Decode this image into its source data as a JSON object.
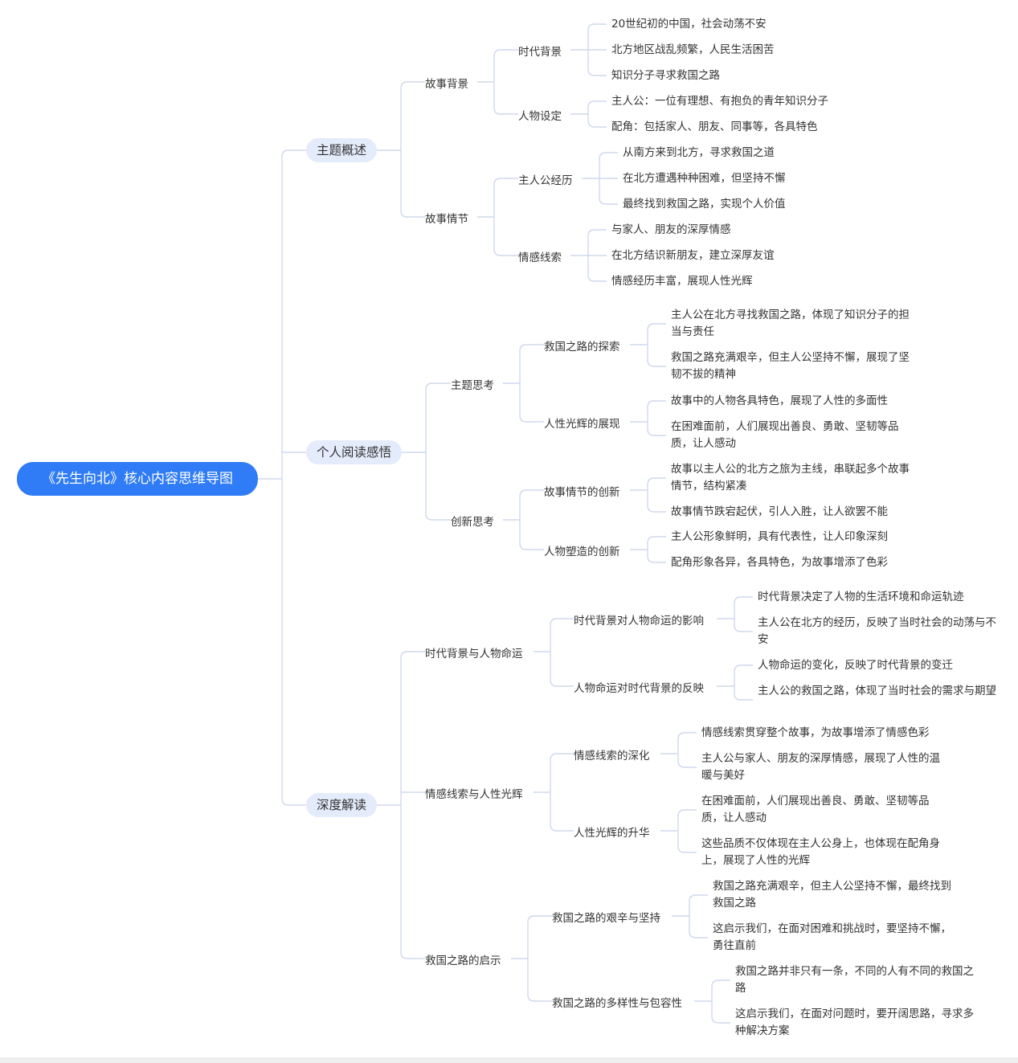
{
  "mindmap": {
    "root": "《先生向北》核心内容思维导图",
    "branches": [
      {
        "label": "主题概述",
        "children": [
          {
            "label": "故事背景",
            "children": [
              {
                "label": "时代背景",
                "items": [
                  "20世纪初的中国，社会动荡不安",
                  "北方地区战乱频繁，人民生活困苦",
                  "知识分子寻求救国之路"
                ]
              },
              {
                "label": "人物设定",
                "items": [
                  "主人公：一位有理想、有抱负的青年知识分子",
                  "配角：包括家人、朋友、同事等，各具特色"
                ]
              }
            ]
          },
          {
            "label": "故事情节",
            "children": [
              {
                "label": "主人公经历",
                "items": [
                  "从南方来到北方，寻求救国之道",
                  "在北方遭遇种种困难，但坚持不懈",
                  "最终找到救国之路，实现个人价值"
                ]
              },
              {
                "label": "情感线索",
                "items": [
                  "与家人、朋友的深厚情感",
                  "在北方结识新朋友，建立深厚友谊",
                  "情感经历丰富，展现人性光辉"
                ]
              }
            ]
          }
        ]
      },
      {
        "label": "个人阅读感悟",
        "children": [
          {
            "label": "主题思考",
            "children": [
              {
                "label": "救国之路的探索",
                "items": [
                  "主人公在北方寻找救国之路，体现了知识分子的担当与责任",
                  "救国之路充满艰辛，但主人公坚持不懈，展现了坚韧不拔的精神"
                ]
              },
              {
                "label": "人性光辉的展现",
                "items": [
                  "故事中的人物各具特色，展现了人性的多面性",
                  "在困难面前，人们展现出善良、勇敢、坚韧等品质，让人感动"
                ]
              }
            ]
          },
          {
            "label": "创新思考",
            "children": [
              {
                "label": "故事情节的创新",
                "items": [
                  "故事以主人公的北方之旅为主线，串联起多个故事情节，结构紧凑",
                  "故事情节跌宕起伏，引人入胜，让人欲罢不能"
                ]
              },
              {
                "label": "人物塑造的创新",
                "items": [
                  "主人公形象鲜明，具有代表性，让人印象深刻",
                  "配角形象各异，各具特色，为故事增添了色彩"
                ]
              }
            ]
          }
        ]
      },
      {
        "label": "深度解读",
        "children": [
          {
            "label": "时代背景与人物命运",
            "children": [
              {
                "label": "时代背景对人物命运的影响",
                "items": [
                  "时代背景决定了人物的生活环境和命运轨迹",
                  "主人公在北方的经历，反映了当时社会的动荡与不安"
                ]
              },
              {
                "label": "人物命运对时代背景的反映",
                "items": [
                  "人物命运的变化，反映了时代背景的变迁",
                  "主人公的救国之路，体现了当时社会的需求与期望"
                ]
              }
            ]
          },
          {
            "label": "情感线索与人性光辉",
            "children": [
              {
                "label": "情感线索的深化",
                "items": [
                  "情感线索贯穿整个故事，为故事增添了情感色彩",
                  "主人公与家人、朋友的深厚情感，展现了人性的温暖与美好"
                ]
              },
              {
                "label": "人性光辉的升华",
                "items": [
                  "在困难面前，人们展现出善良、勇敢、坚韧等品质，让人感动",
                  "这些品质不仅体现在主人公身上，也体现在配角身上，展现了人性的光辉"
                ]
              }
            ]
          },
          {
            "label": "救国之路的启示",
            "children": [
              {
                "label": "救国之路的艰辛与坚持",
                "items": [
                  "救国之路充满艰辛，但主人公坚持不懈，最终找到救国之路",
                  "这启示我们，在面对困难和挑战时，要坚持不懈，勇往直前"
                ]
              },
              {
                "label": "救国之路的多样性与包容性",
                "items": [
                  "救国之路并非只有一条，不同的人有不同的救国之路",
                  "这启示我们，在面对问题时，要开阔思路，寻求多种解决方案"
                ]
              }
            ]
          }
        ]
      }
    ]
  }
}
